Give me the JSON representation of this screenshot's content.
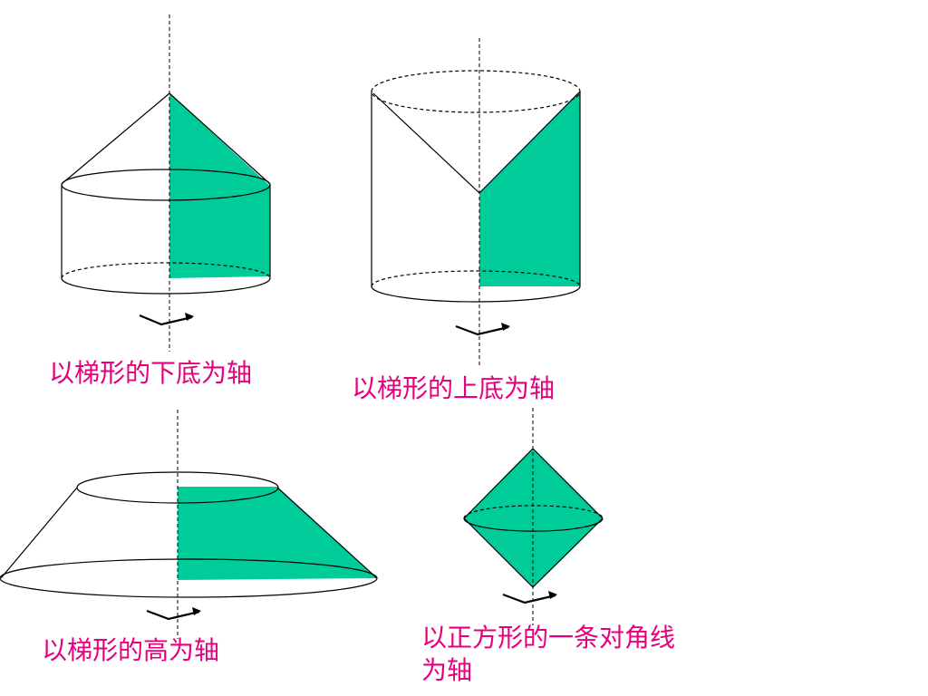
{
  "colors": {
    "fill": "#00cc99",
    "line": "#000000",
    "caption": "#e6007e"
  },
  "figures": [
    {
      "id": "fig1",
      "caption": "以梯形的下底为轴"
    },
    {
      "id": "fig2",
      "caption": "以梯形的上底为轴"
    },
    {
      "id": "fig3",
      "caption": "以梯形的高为轴"
    },
    {
      "id": "fig4",
      "caption": "以正方形的一条对角线为轴"
    }
  ]
}
